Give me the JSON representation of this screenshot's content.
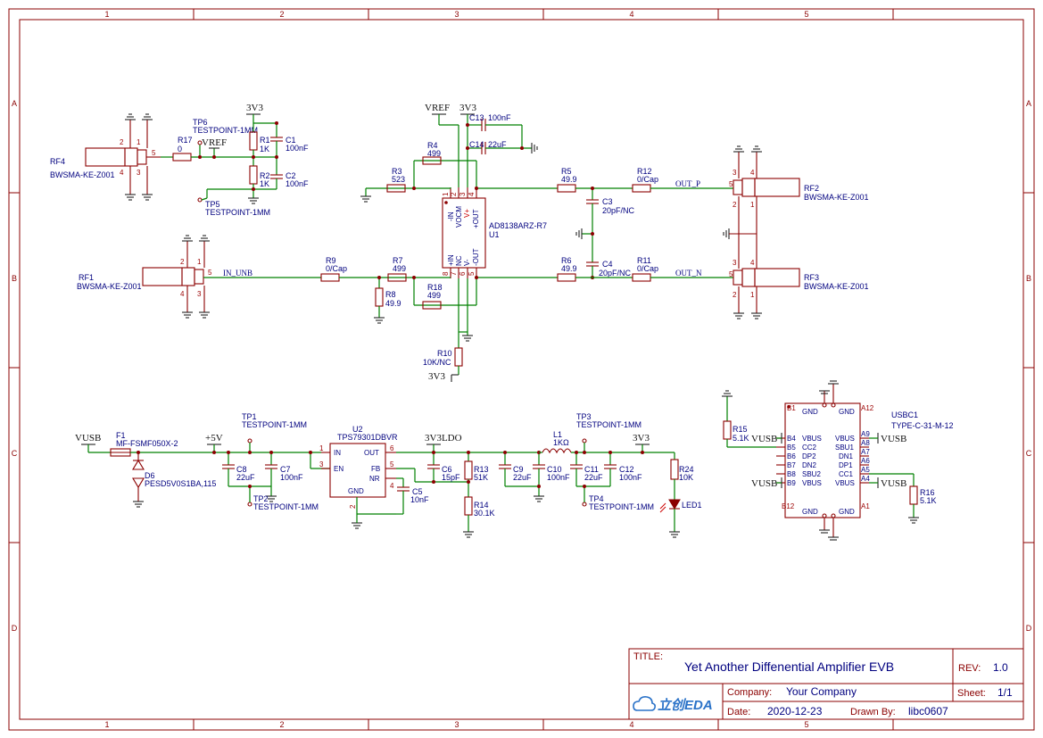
{
  "frame": {
    "columns": [
      "1",
      "2",
      "3",
      "4",
      "5"
    ],
    "rows": [
      "A",
      "B",
      "C",
      "D"
    ]
  },
  "title_block": {
    "title_label": "TITLE:",
    "title": "Yet Another Diffenential Amplifier EVB",
    "rev_label": "REV:",
    "rev": "1.0",
    "company_label": "Company:",
    "company": "Your Company",
    "sheet_label": "Sheet:",
    "sheet": "1/1",
    "date_label": "Date:",
    "date": "2020-12-23",
    "drawn_label": "Drawn By:",
    "drawn_by": "libc0607",
    "logo_text": "立创EDA"
  },
  "nets": {
    "vref": "VREF",
    "v3v3": "3V3",
    "in_unb": "IN_UNB",
    "out_p": "OUT_P",
    "out_n": "OUT_N",
    "vusb": "VUSB",
    "p5v": "+5V",
    "v3v3ldo": "3V3LDO"
  },
  "parts": {
    "rf4": {
      "ref": "RF4",
      "value": "BWSMA-KE-Z001"
    },
    "rf1": {
      "ref": "RF1",
      "value": "BWSMA-KE-Z001"
    },
    "rf2": {
      "ref": "RF2",
      "value": "BWSMA-KE-Z001"
    },
    "rf3": {
      "ref": "RF3",
      "value": "BWSMA-KE-Z001"
    },
    "tp6": {
      "ref": "TP6",
      "value": "TESTPOINT-1MM"
    },
    "tp5": {
      "ref": "TP5",
      "value": "TESTPOINT-1MM"
    },
    "tp1": {
      "ref": "TP1",
      "value": "TESTPOINT-1MM"
    },
    "tp2": {
      "ref": "TP2",
      "value": "TESTPOINT-1MM"
    },
    "tp3": {
      "ref": "TP3",
      "value": "TESTPOINT-1MM"
    },
    "tp4": {
      "ref": "TP4",
      "value": "TESTPOINT-1MM"
    },
    "r17": {
      "ref": "R17",
      "value": "0"
    },
    "r1": {
      "ref": "R1",
      "value": "1K"
    },
    "r2": {
      "ref": "R2",
      "value": "1K"
    },
    "c1": {
      "ref": "C1",
      "value": "100nF"
    },
    "c2": {
      "ref": "C2",
      "value": "100nF"
    },
    "r3": {
      "ref": "R3",
      "value": "523"
    },
    "r4": {
      "ref": "R4",
      "value": "499"
    },
    "r7": {
      "ref": "R7",
      "value": "499"
    },
    "r18": {
      "ref": "R18",
      "value": "499"
    },
    "r8": {
      "ref": "R8",
      "value": "49.9"
    },
    "r9": {
      "ref": "R9",
      "value": "0/Cap"
    },
    "r10": {
      "ref": "R10",
      "value": "10K/NC"
    },
    "c13": {
      "ref": "C13",
      "value": "100nF"
    },
    "c14": {
      "ref": "C14",
      "value": "22uF"
    },
    "u1": {
      "ref": "U1",
      "value": "AD8138ARZ-R7"
    },
    "r5": {
      "ref": "R5",
      "value": "49.9"
    },
    "r6": {
      "ref": "R6",
      "value": "49.9"
    },
    "r12": {
      "ref": "R12",
      "value": "0/Cap"
    },
    "r11": {
      "ref": "R11",
      "value": "0/Cap"
    },
    "c3": {
      "ref": "C3",
      "value": "20pF/NC"
    },
    "c4": {
      "ref": "C4",
      "value": "20pF/NC"
    },
    "f1": {
      "ref": "F1",
      "value": "MF-FSMF050X-2"
    },
    "d6": {
      "ref": "D6",
      "value": "PESD5V0S1BA,115"
    },
    "c8": {
      "ref": "C8",
      "value": "22uF"
    },
    "c7": {
      "ref": "C7",
      "value": "100nF"
    },
    "u2": {
      "ref": "U2",
      "value": "TPS79301DBVR"
    },
    "c5": {
      "ref": "C5",
      "value": "10nF"
    },
    "c6": {
      "ref": "C6",
      "value": "15pF"
    },
    "r13": {
      "ref": "R13",
      "value": "51K"
    },
    "r14": {
      "ref": "R14",
      "value": "30.1K"
    },
    "c9": {
      "ref": "C9",
      "value": "22uF"
    },
    "c10": {
      "ref": "C10",
      "value": "100nF"
    },
    "l1": {
      "ref": "L1",
      "value": "1KΩ"
    },
    "c11": {
      "ref": "C11",
      "value": "22uF"
    },
    "c12": {
      "ref": "C12",
      "value": "100nF"
    },
    "r24": {
      "ref": "R24",
      "value": "10K"
    },
    "led1": {
      "ref": "LED1",
      "value": ""
    },
    "usbc1": {
      "ref": "USBC1",
      "value": "TYPE-C-31-M-12"
    },
    "r15": {
      "ref": "R15",
      "value": "5.1K"
    },
    "r16": {
      "ref": "R16",
      "value": "5.1K"
    }
  },
  "u1_pins": {
    "in_minus": "-IN",
    "vocm": "VOCM",
    "vplus": "V+",
    "out_plus": "+OUT",
    "in_plus": "+IN",
    "nc": "NC",
    "vminus": "V-",
    "out_minus": "-OUT",
    "n1": "1",
    "n2": "2",
    "n3": "3",
    "n4": "4",
    "n8": "8",
    "n7": "7",
    "n6": "6",
    "n5": "5"
  },
  "u2_pins": {
    "in": "IN",
    "en": "EN",
    "out": "OUT",
    "fb": "FB",
    "nr": "NR",
    "gnd": "GND",
    "n1": "1",
    "n3": "3",
    "n6": "6",
    "n5": "5",
    "n4": "4",
    "n2": "2"
  },
  "usb_pins": {
    "left": [
      {
        "num": "B4",
        "name": "VBUS"
      },
      {
        "num": "B5",
        "name": "CC2"
      },
      {
        "num": "B6",
        "name": "DP2"
      },
      {
        "num": "B7",
        "name": "DN2"
      },
      {
        "num": "B8",
        "name": "SBU2"
      },
      {
        "num": "B9",
        "name": "VBUS"
      }
    ],
    "right": [
      {
        "num": "A9",
        "name": "VBUS"
      },
      {
        "num": "A8",
        "name": "SBU1"
      },
      {
        "num": "A7",
        "name": "DN1"
      },
      {
        "num": "A6",
        "name": "DP1"
      },
      {
        "num": "A5",
        "name": "CC1"
      },
      {
        "num": "A4",
        "name": "VBUS"
      }
    ],
    "b1": "B1",
    "a12": "A12",
    "b12": "B12",
    "a1": "A1",
    "gnd": "GND"
  },
  "rf_pins": {
    "p1": "1",
    "p2": "2",
    "p3": "3",
    "p4": "4",
    "p5": "5"
  }
}
